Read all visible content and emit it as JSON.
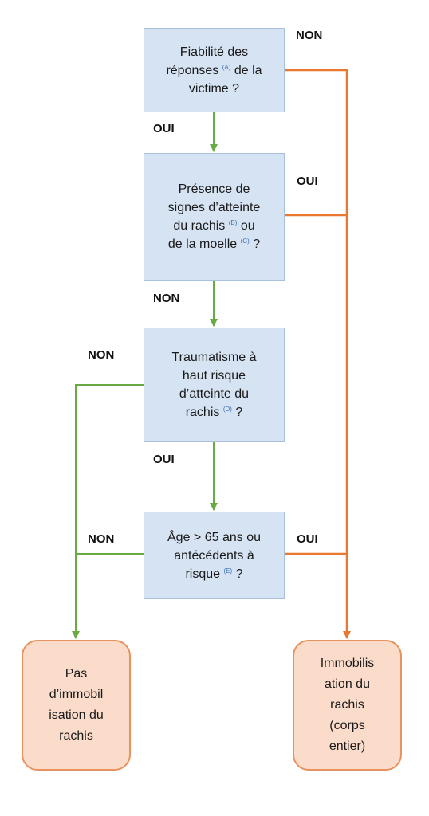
{
  "questions": {
    "q1": {
      "line1": "Fiabilité des",
      "line2a": "réponses",
      "sup": "(A)",
      "line2b": "de la",
      "line3": "victime ?"
    },
    "q2": {
      "line1": "Présence de",
      "line2": "signes d’atteinte",
      "line3a": "du rachis",
      "sup1": "(B)",
      "line3b": "ou",
      "line4a": "de la moelle",
      "sup2": "(C)",
      "line4b": "?"
    },
    "q3": {
      "line1": "Traumatisme à",
      "line2": "haut risque",
      "line3": "d’atteinte du",
      "line4a": "rachis",
      "sup": "(D)",
      "line4b": "?"
    },
    "q4": {
      "line1": "Âge > 65 ans ou",
      "line2": "antécédents à",
      "line3a": "risque",
      "sup": "(E)",
      "line3b": "?"
    }
  },
  "outcomes": {
    "left": {
      "line1": "Pas",
      "line2": "d’immobil",
      "line3": "isation du",
      "line4": "rachis"
    },
    "right": {
      "line1": "Immobilis",
      "line2": "ation du",
      "line3": "rachis",
      "line4": "(corps",
      "line5": "entier)"
    }
  },
  "labels": {
    "q1_no": "NON",
    "q1_yes": "OUI",
    "q2_yes": "OUI",
    "q2_no": "NON",
    "q3_no": "NON",
    "q3_yes": "OUI",
    "q4_no": "NON",
    "q4_yes": "OUI"
  },
  "colors": {
    "question_fill": "#d6e3f3",
    "question_border": "#a9c0dd",
    "outcome_fill": "#fbdccb",
    "outcome_border": "#e8925d",
    "green_arrow": "#6aaa45",
    "orange_arrow": "#e8792f",
    "superscript": "#3b6fb6"
  }
}
